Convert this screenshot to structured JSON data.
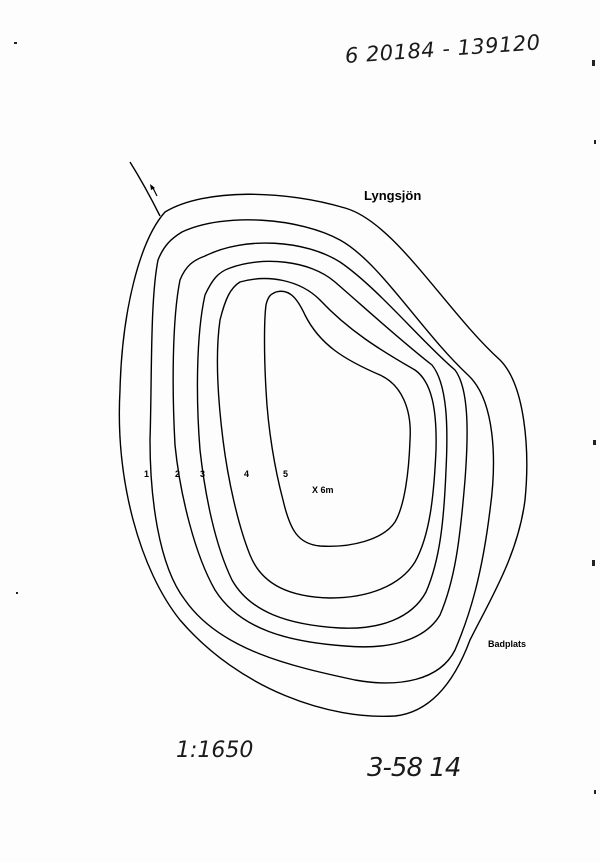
{
  "handwritten": {
    "coordinates": "6 20184 - 139120",
    "scale": "1:1650",
    "sheet_number": "3-58 14"
  },
  "map": {
    "lake_name": "Lyngsjön",
    "max_depth_label": "X 6m",
    "poi_label": "Badplats",
    "depth_contours": [
      {
        "depth": "1"
      },
      {
        "depth": "2"
      },
      {
        "depth": "3"
      },
      {
        "depth": "4"
      },
      {
        "depth": "5"
      }
    ],
    "inflow_arrow": "inflow-arrow",
    "colors": {
      "ink": "#000000",
      "paper": "#ffffff"
    }
  }
}
